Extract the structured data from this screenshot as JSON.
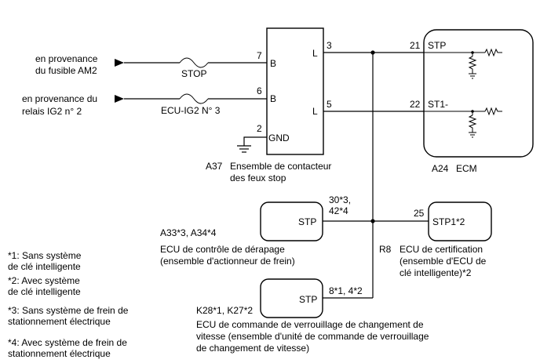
{
  "inputs": {
    "am2_line1": "en provenance",
    "am2_line2": "du fusible AM2",
    "ig2_line1": "en provenance du",
    "ig2_line2": "relais IG2 n° 2"
  },
  "fuses": {
    "stop": "STOP",
    "ecu_ig2": "ECU-IG2 N° 3"
  },
  "switch": {
    "code": "A37",
    "name_line1": "Ensemble de contacteur",
    "name_line2": "des feux stop",
    "pin_b1": "B",
    "pin_b2": "B",
    "pin_gnd": "GND",
    "pin_l1": "L",
    "pin_l2": "L",
    "num_7": "7",
    "num_6": "6",
    "num_2": "2",
    "num_3": "3",
    "num_5": "5"
  },
  "ecm": {
    "code": "A24",
    "name": "ECM",
    "stp": "STP",
    "st1": "ST1-",
    "pin_21": "21",
    "pin_22": "22"
  },
  "brake_ecu": {
    "pins_line1": "30*3,",
    "pins_line2": "42*4",
    "term": "STP",
    "codes": "A33*3, A34*4",
    "name_line1": "ECU de contrôle de dérapage",
    "name_line2": "(ensemble d'actionneur de frein)"
  },
  "cert_ecu": {
    "pin": "25",
    "term": "STP1*2",
    "name_line1": "ECU de certification",
    "name_line2": "(ensemble d'ECU de",
    "name_line3": "clé intelligente)*2"
  },
  "splice": "R8",
  "shift_ecu": {
    "pins": "8*1, 4*2",
    "term": "STP",
    "codes": "K28*1, K27*2",
    "name_line1": "ECU de commande de verrouillage de changement de",
    "name_line2": "vitesse (ensemble d'unité de commande de verrouillage",
    "name_line3": "de changement de vitesse)"
  },
  "legend": {
    "n1_line1": "*1: Sans système",
    "n1_line2": "de clé intelligente",
    "n2_line1": "*2: Avec système",
    "n2_line2": "de clé intelligente",
    "n3_line1": "*3: Sans système de frein de",
    "n3_line2": "stationnement électrique",
    "n4_line1": "*4: Avec système de frein de",
    "n4_line2": "stationnement électrique"
  }
}
